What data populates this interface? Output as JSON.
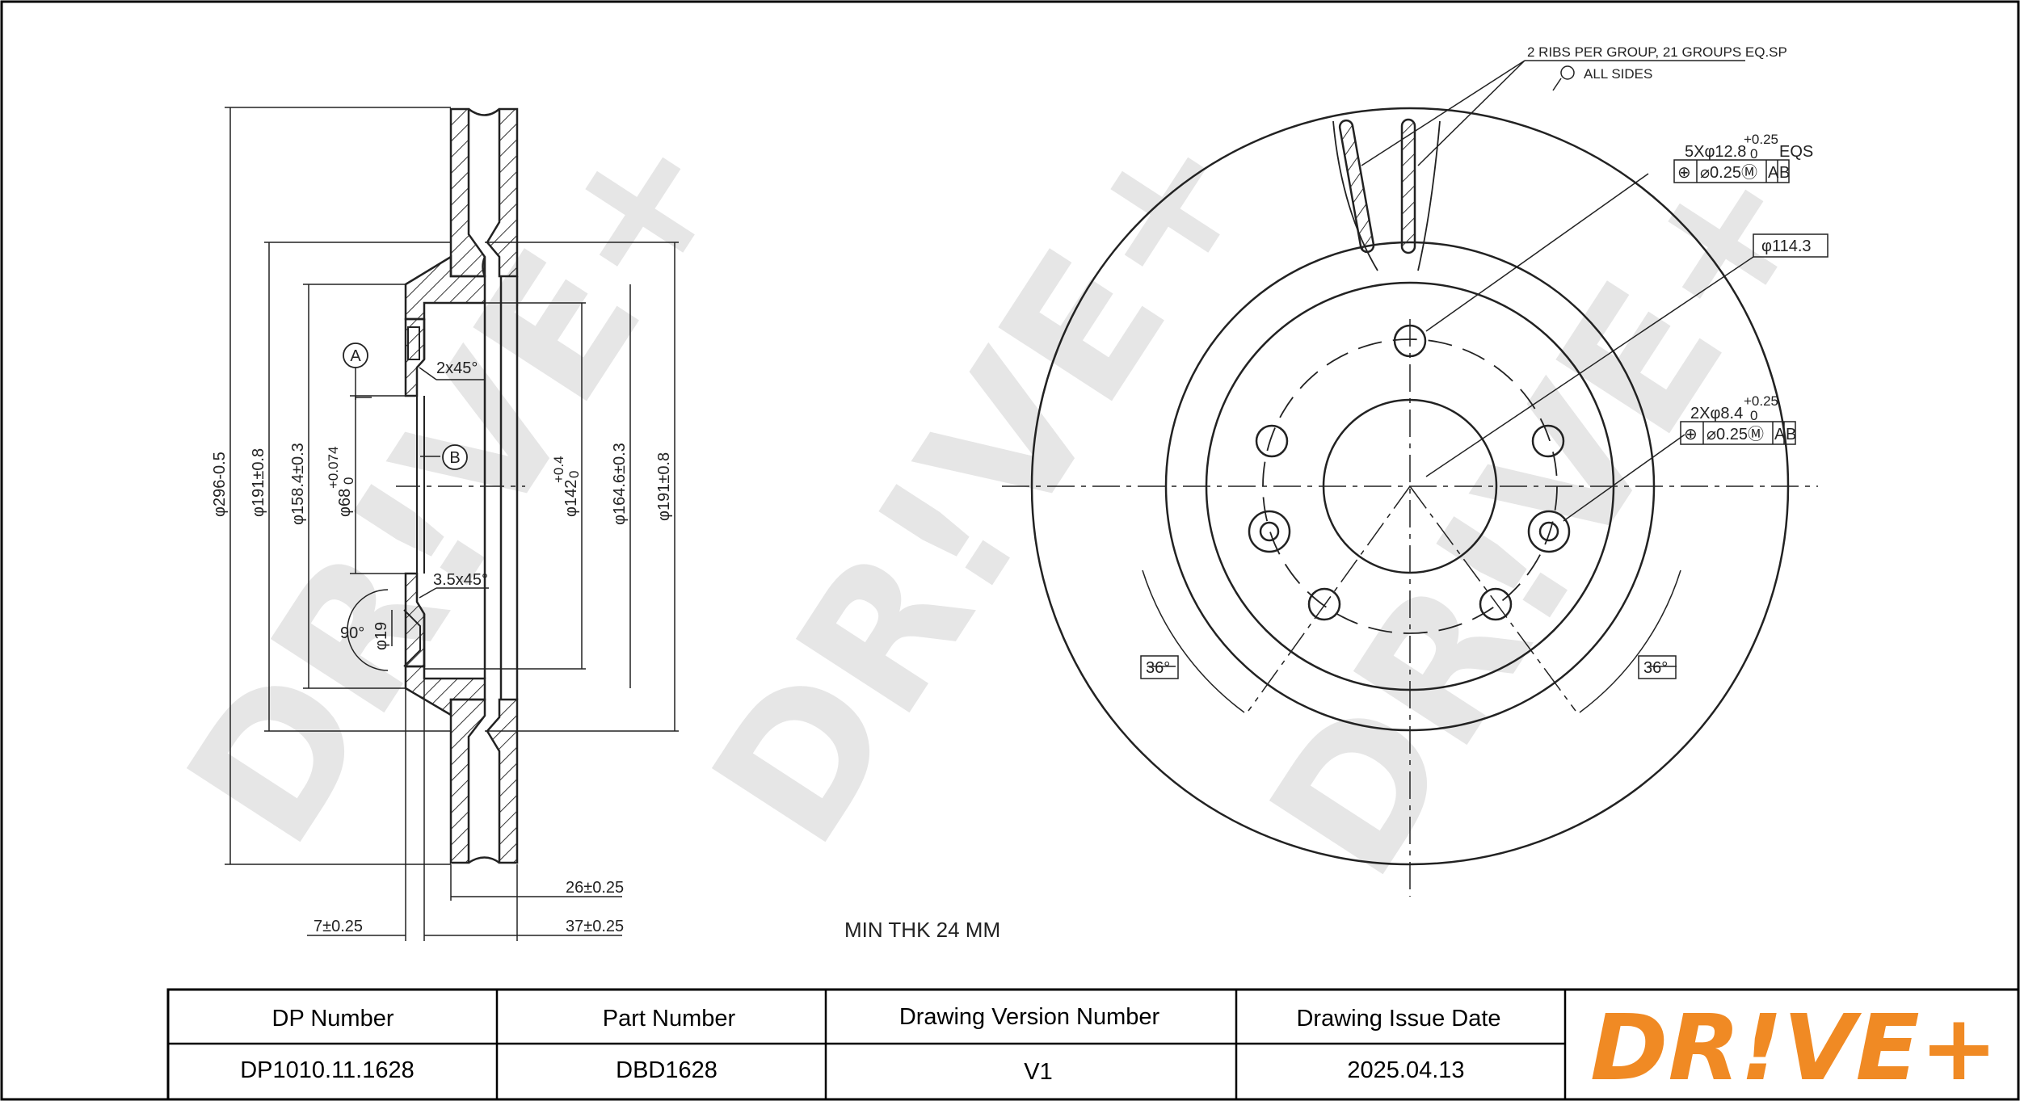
{
  "colors": {
    "line": "#222222",
    "accent": "#f08a24",
    "watermark": "#e6e6e6"
  },
  "watermark": {
    "text": "DR!VE+"
  },
  "section_view": {
    "dims": {
      "d296": "φ296-0.5",
      "d191a": "φ191±0.8",
      "d158": "φ158.4±0.3",
      "d68": "φ68",
      "d68_tol": "+0.074",
      "d68_tol0": "0",
      "d142": "φ142",
      "d142_tol": "+0.4",
      "d142_tol0": "0",
      "d164": "φ164.6±0.3",
      "d191b": "φ191±0.8",
      "chamfer1": "2x45°",
      "chamfer2": "3.5x45°",
      "d19": "φ19",
      "angle90": "90°",
      "t26": "26±0.25",
      "t7": "7±0.25",
      "t37": "37±0.25",
      "label_a": "A",
      "label_b": "B"
    }
  },
  "front_view": {
    "ribs_note": "2 RIBS PER GROUP, 21 GROUPS EQ.SP",
    "all_sides": "ALL SIDES",
    "holes5": "5Xφ12.8",
    "holes5_tol": "+0.25",
    "holes5_tol0": "0",
    "holes5_eqs": "EQS",
    "holes5_fcf": [
      "⊕",
      "⌀0.25Ⓜ",
      "A",
      "B"
    ],
    "pcd": "φ114.3",
    "holes2": "2Xφ8.4",
    "holes2_tol": "+0.25",
    "holes2_tol0": "0",
    "holes2_fcf": [
      "⊕",
      "⌀0.25Ⓜ",
      "A",
      "B"
    ],
    "angle_left": "36°",
    "angle_right": "36°"
  },
  "min_thk": "MIN THK 24 MM",
  "title_block": {
    "headers": [
      "DP Number",
      "Part Number",
      "Drawing Version Number",
      "Drawing Issue Date"
    ],
    "values": [
      "DP1010.11.1628",
      "DBD1628",
      "V1",
      "2025.04.13"
    ],
    "logo": "DR!VE+"
  }
}
